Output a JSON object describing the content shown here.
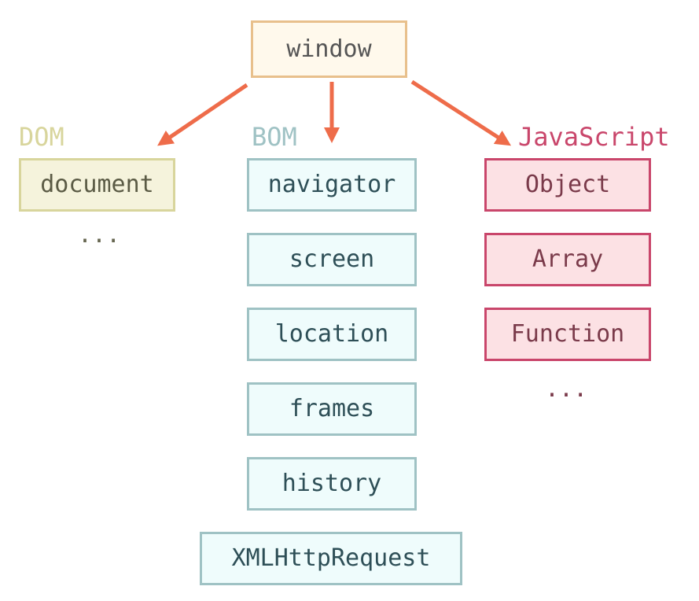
{
  "colors": {
    "arrow": "#ee6c4a",
    "dom_label": "#d8d59c",
    "bom_label": "#9fc2c4",
    "js_label": "#c9466b",
    "dom_dots": "#666650",
    "js_dots": "#7a3a4a"
  },
  "root": {
    "label": "window"
  },
  "groups": {
    "dom": {
      "label": "DOM",
      "items": [
        "document"
      ],
      "more": "..."
    },
    "bom": {
      "label": "BOM",
      "items": [
        "navigator",
        "screen",
        "location",
        "frames",
        "history",
        "XMLHttpRequest"
      ]
    },
    "javascript": {
      "label": "JavaScript",
      "items": [
        "Object",
        "Array",
        "Function"
      ],
      "more": "..."
    }
  }
}
